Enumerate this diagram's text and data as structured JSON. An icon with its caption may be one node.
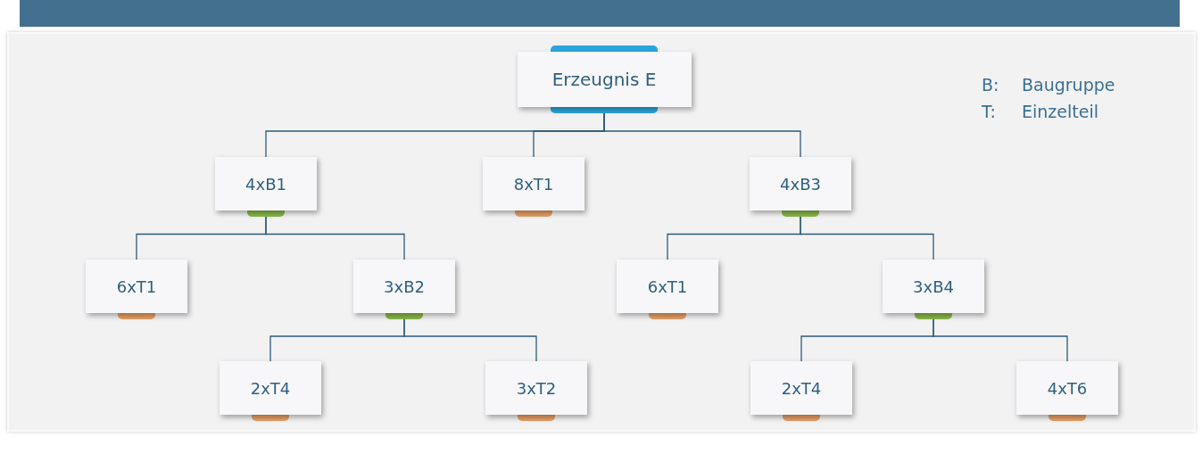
{
  "diagram": {
    "nodes": [
      {
        "text": [
          "Erzeugnis E"
        ]
      },
      {
        "text": [
          "4xB1"
        ]
      },
      {
        "text": [
          "8xT1"
        ]
      },
      {
        "text": [
          "4xB3"
        ]
      },
      {
        "text": [
          "6xT1"
        ]
      },
      {
        "text": [
          "3xB2"
        ]
      },
      {
        "text": [
          "6xT1"
        ]
      },
      {
        "text": [
          "3xB4"
        ]
      },
      {
        "text": [
          "2xT4"
        ]
      },
      {
        "text": [
          "3xT2"
        ]
      },
      {
        "text": [
          "2xT4"
        ]
      },
      {
        "text": [
          "4xT6"
        ]
      }
    ],
    "edges": [
      {
        "from": 0,
        "to": 1,
        "arrow": "none"
      },
      {
        "from": 0,
        "to": 2,
        "arrow": "none"
      },
      {
        "from": 0,
        "to": 3,
        "arrow": "none"
      },
      {
        "from": 1,
        "to": 4,
        "arrow": "none"
      },
      {
        "from": 1,
        "to": 5,
        "arrow": "none"
      },
      {
        "from": 3,
        "to": 6,
        "arrow": "none"
      },
      {
        "from": 3,
        "to": 7,
        "arrow": "none"
      },
      {
        "from": 5,
        "to": 8,
        "arrow": "none"
      },
      {
        "from": 5,
        "to": 9,
        "arrow": "none"
      },
      {
        "from": 7,
        "to": 10,
        "arrow": "none"
      },
      {
        "from": 7,
        "to": 11,
        "arrow": "none"
      }
    ],
    "labels": [
      "B:",
      "Baugruppe",
      "T:",
      "Einzelteil"
    ]
  }
}
